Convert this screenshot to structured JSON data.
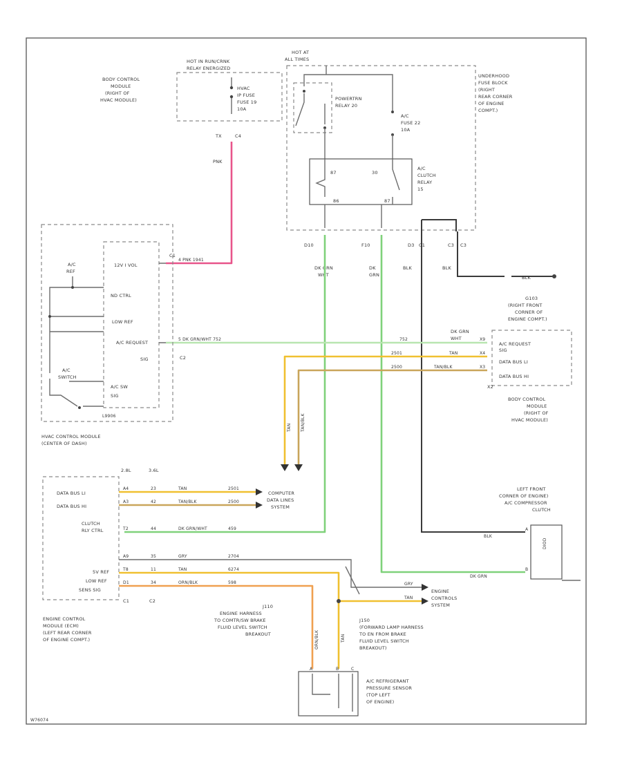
{
  "colors": {
    "pink": "#e8548a",
    "green": "#7fd17a",
    "yellow": "#f0c030",
    "tan": "#c9a55a",
    "orange": "#f0a050",
    "black": "#333333",
    "gray": "#777777",
    "frame": "#555555"
  },
  "top": {
    "hot_in_run": "HOT IN RUN/CRNK",
    "relay_energized": "RELAY ENERGIZED",
    "hot_at_all": "HOT AT",
    "all_times": "ALL TIMES",
    "hvac_ip_fuse": [
      "HVAC",
      "IP FUSE",
      "FUSE 19",
      "10A"
    ],
    "powertrain_relay": [
      "POWERTRN",
      "RELAY 20"
    ],
    "ac_fuse": [
      "A/C",
      "FUSE 22",
      "10A"
    ],
    "ac_clutch_relay": [
      "A/C",
      "CLUTCH",
      "RELAY",
      "15"
    ],
    "relay_pins": [
      "87",
      "30",
      "86",
      "87"
    ],
    "underhood_fuse_block": [
      "UNDERHOOD",
      "FUSE BLOCK",
      "(RIGHT",
      "REAR CORNER",
      "OF ENGINE",
      "COMPT.)"
    ],
    "bcm_top": [
      "BODY CONTROL",
      "MODULE",
      "(RIGHT OF",
      "HVAC MODULE)"
    ],
    "pins": [
      "TX",
      "C4",
      "D10",
      "F10",
      "D3",
      "C1",
      "C3",
      "C3"
    ]
  },
  "wires": {
    "pnk": "PNK",
    "pnk_wire": "4   PNK    1941",
    "dkgrn_wht": [
      "DK GRN",
      "WHT"
    ],
    "dkgrn": [
      "DK",
      "GRN"
    ],
    "blk": "BLK",
    "blk2": "BLK",
    "blk_ground": "BLK",
    "ground_id": "G103",
    "ground_loc": [
      "(RIGHT FRONT",
      "CORNER OF",
      "ENGINE COMPT.)"
    ],
    "ac_req_wire": "5   DK GRN/WHT      752",
    "w752": "752",
    "dkgrn_wht_right": [
      "DK GRN",
      "WHT"
    ],
    "w2501": "2501",
    "tan": "TAN",
    "w2500": "2500",
    "tan_blk": "TAN/BLK",
    "tan_v": "TAN",
    "tanblk_v": "TAN/BLK"
  },
  "hvac": {
    "name": [
      "HVAC CONTROL MODULE",
      "(CENTER OF DASH)"
    ],
    "inner": [
      "12V I VOL",
      "ND CTRL",
      "LOW REF",
      "A/C REQUEST",
      "SIG",
      "A/C SW",
      "SIG"
    ],
    "ac_ref": [
      "A/C",
      "REF"
    ],
    "ac_switch": [
      "A/C",
      "SWITCH"
    ],
    "pins": [
      "C1",
      "C2",
      "L9906"
    ]
  },
  "bcm_right": {
    "name": [
      "BODY CONTROL",
      "MODULE",
      "(RIGHT OF",
      "HVAC MODULE)"
    ],
    "inner": [
      "A/C REQUEST",
      "SIG",
      "DATA BUS LI",
      "DATA BUS HI"
    ],
    "pins": [
      "X9",
      "X4",
      "X3",
      "X2"
    ]
  },
  "ecm": {
    "name": [
      "ENGINE CONTROL",
      "MODULE (ECM)",
      "(LEFT REAR CORNER",
      "OF ENGINE COMPT.)"
    ],
    "inner": [
      "DATA BUS LI",
      "DATA BUS HI",
      "CLUTCH",
      "RLY CTRL",
      "5V REF",
      "LOW REF",
      "SENS SIG"
    ],
    "pins_top": [
      "2.8L",
      "3.6L"
    ],
    "pins_bottom": [
      "C1",
      "C2"
    ],
    "rows": [
      {
        "p1": "A4",
        "p2": "23",
        "c": "TAN",
        "id": "2501"
      },
      {
        "p1": "A3",
        "p2": "42",
        "c": "TAN/BLK",
        "id": "2500"
      },
      {
        "p1": "T2",
        "p2": "44",
        "c": "DK GRN/WHT",
        "id": "459"
      },
      {
        "p1": "A9",
        "p2": "35",
        "c": "GRY",
        "id": "2704"
      },
      {
        "p1": "T8",
        "p2": "11",
        "c": "TAN",
        "id": "6274"
      },
      {
        "p1": "D1",
        "p2": "34",
        "c": "ORN/BLK",
        "id": "598"
      }
    ],
    "computer_data": [
      "COMPUTER",
      "DATA LINES",
      "SYSTEM"
    ],
    "engine_controls": [
      "ENGINE",
      "CONTROLS",
      "SYSTEM"
    ],
    "gry": "GRY",
    "tan2": "TAN"
  },
  "compressor": {
    "name": [
      "LEFT FRONT",
      "CORNER OF ENGINE)",
      "A/C COMPRESSOR",
      "CLUTCH"
    ],
    "blk": "BLK",
    "dkgrn": "DK GRN",
    "pins": [
      "A",
      "B"
    ],
    "diode": "DIOD"
  },
  "j110": {
    "name": [
      "J110",
      "ENGINE HARNESS",
      "TO COMTR/SW BRAKE",
      "FLUID LEVEL SWITCH",
      "BREAKOUT"
    ]
  },
  "j150": {
    "name": [
      "J150",
      "(FORWARD LAMP HARNESS",
      "TO EN FROM BRAKE",
      "FLUID LEVEL SWITCH",
      "BREAKOUT)"
    ]
  },
  "sensor": {
    "name": [
      "A/C REFRIGERANT",
      "PRESSURE SENSOR",
      "(TOP LEFT",
      "OF ENGINE)"
    ],
    "pins": [
      "A",
      "B",
      "C"
    ],
    "orn_v": "ORN/BLK",
    "tan_v": "TAN"
  },
  "footer": {
    "code": "W76074"
  }
}
